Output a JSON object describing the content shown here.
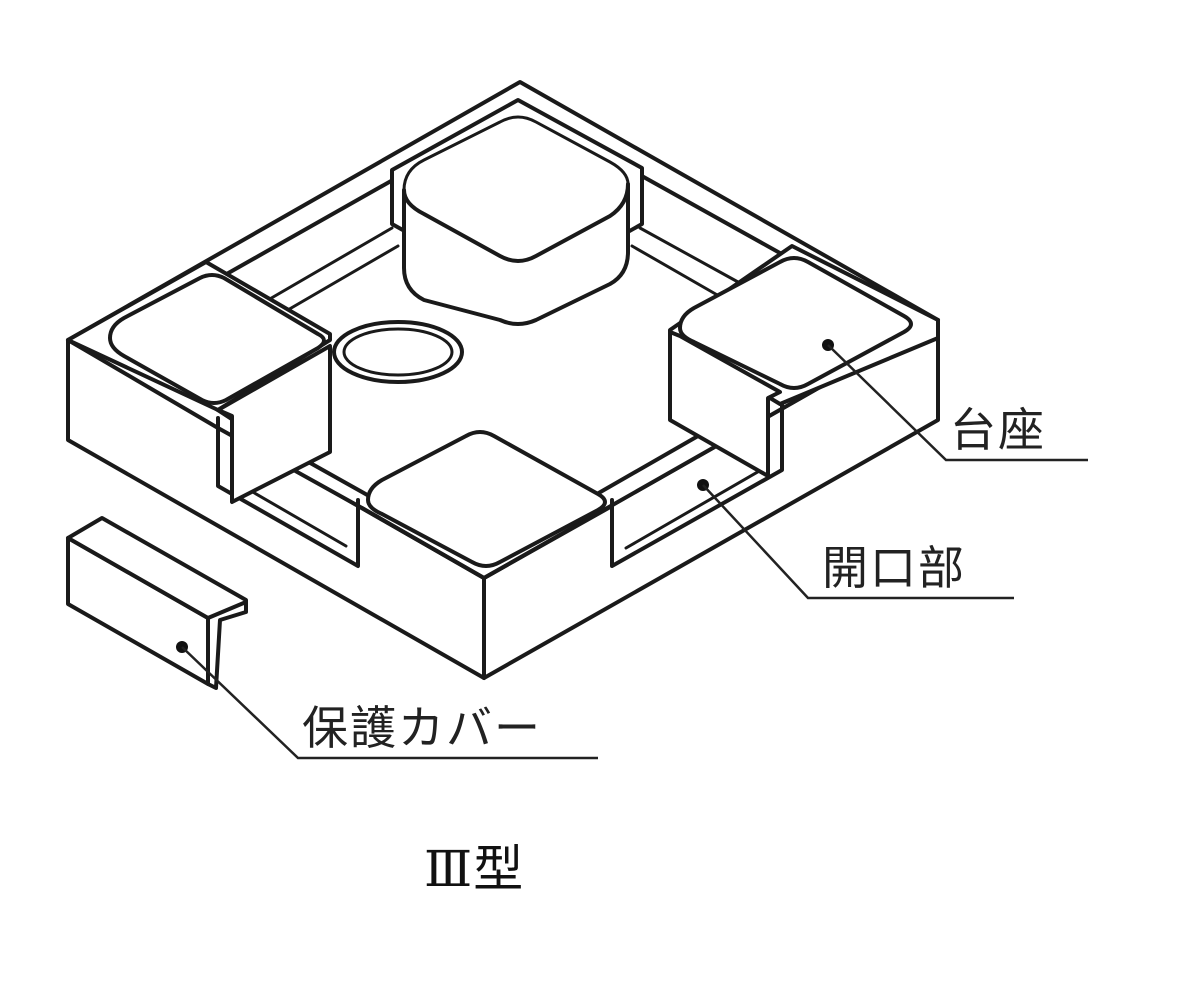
{
  "labels": {
    "pedestal": "台座",
    "opening": "開口部",
    "protective_cover": "保護カバー"
  },
  "caption": "Ⅲ型"
}
